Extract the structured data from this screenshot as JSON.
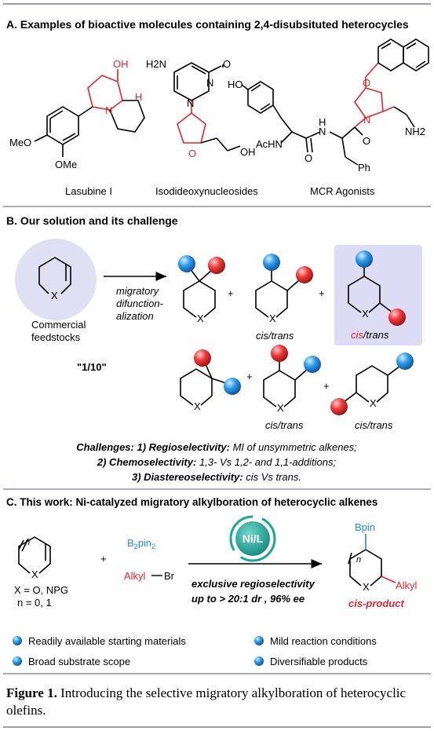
{
  "section_a": {
    "header": "A. Examples of bioactive molecules containing 2,4-disubsituted heterocycles",
    "molecules": [
      {
        "name": "Lasubine I",
        "atoms": [
          "OH",
          "H",
          "N",
          "MeO",
          "OMe"
        ]
      },
      {
        "name": "Isodideoxynucleosides",
        "atoms": [
          "H2N",
          "N",
          "N",
          "O",
          "O",
          "OH"
        ]
      },
      {
        "name": "MCR Agonists",
        "atoms": [
          "HO",
          "O",
          "N",
          "NH2",
          "AcHN",
          "N",
          "H",
          "O",
          "O",
          "Ph"
        ]
      }
    ]
  },
  "section_b": {
    "header": "B.  Our solution and its challenge",
    "substrate_atom": "X",
    "substrate_label_1": "Commercial",
    "substrate_label_2": "feedstocks",
    "arrow_text": [
      "migratory",
      "difunction-",
      "alization"
    ],
    "ratio": "\"1/10\"",
    "product_atom": "X",
    "plus": "+",
    "cis_trans_label": "cis/trans",
    "highlight_cis": "cis",
    "highlight_trans": "/trans",
    "challenges_line1_bold": "Challenges: 1) Regioselectivity:",
    "challenges_line1_rest": " MI of unsymmetric alkenes;",
    "challenges_line2_bold": "2) Chemoselectivity:",
    "challenges_line2_rest": " 1,3- Vs 1,2- and 1,1-additions;",
    "challenges_line3_bold": "3) Diastereoselectivity:",
    "challenges_line3_rest": " cis Vs trans."
  },
  "section_c": {
    "header": "C.  This work: Ni-catalyzed migratory alkylboration of heterocyclic alkenes",
    "ring_atom": "X",
    "ring_n": "n",
    "x_def": "X = O, NPG",
    "n_def": "n = 0, 1",
    "plus": "+",
    "reagent1_main": "B",
    "reagent1_sub1": "2",
    "reagent1_mid": "pin",
    "reagent1_sub2": "2",
    "reagent2_left": "Alkyl",
    "reagent2_right": "Br",
    "catalyst": "Ni/L",
    "conditions_line1": "exclusive regioselectivity",
    "conditions_line2": "up to > 20:1 dr ,  96% ee",
    "product_bpin": "Bpin",
    "product_alkyl": "Alkyl",
    "product_label": "cis-product",
    "features": [
      "Readily available starting materials",
      "Mild reaction conditions",
      "Broad substrate scope",
      "Diversifiable products"
    ]
  },
  "caption": {
    "label": "Figure 1.",
    "text": " Introducing the selective migratory alkylboration of heterocyclic olefins."
  },
  "colors": {
    "red": "#e0262c",
    "blue": "#1e88e5",
    "catalyst_teal": "#1aa59b",
    "highlight_bg": "#dcdcf5",
    "feedstock_bg": "#e0e0f5",
    "rule": "#7a7a9a"
  }
}
